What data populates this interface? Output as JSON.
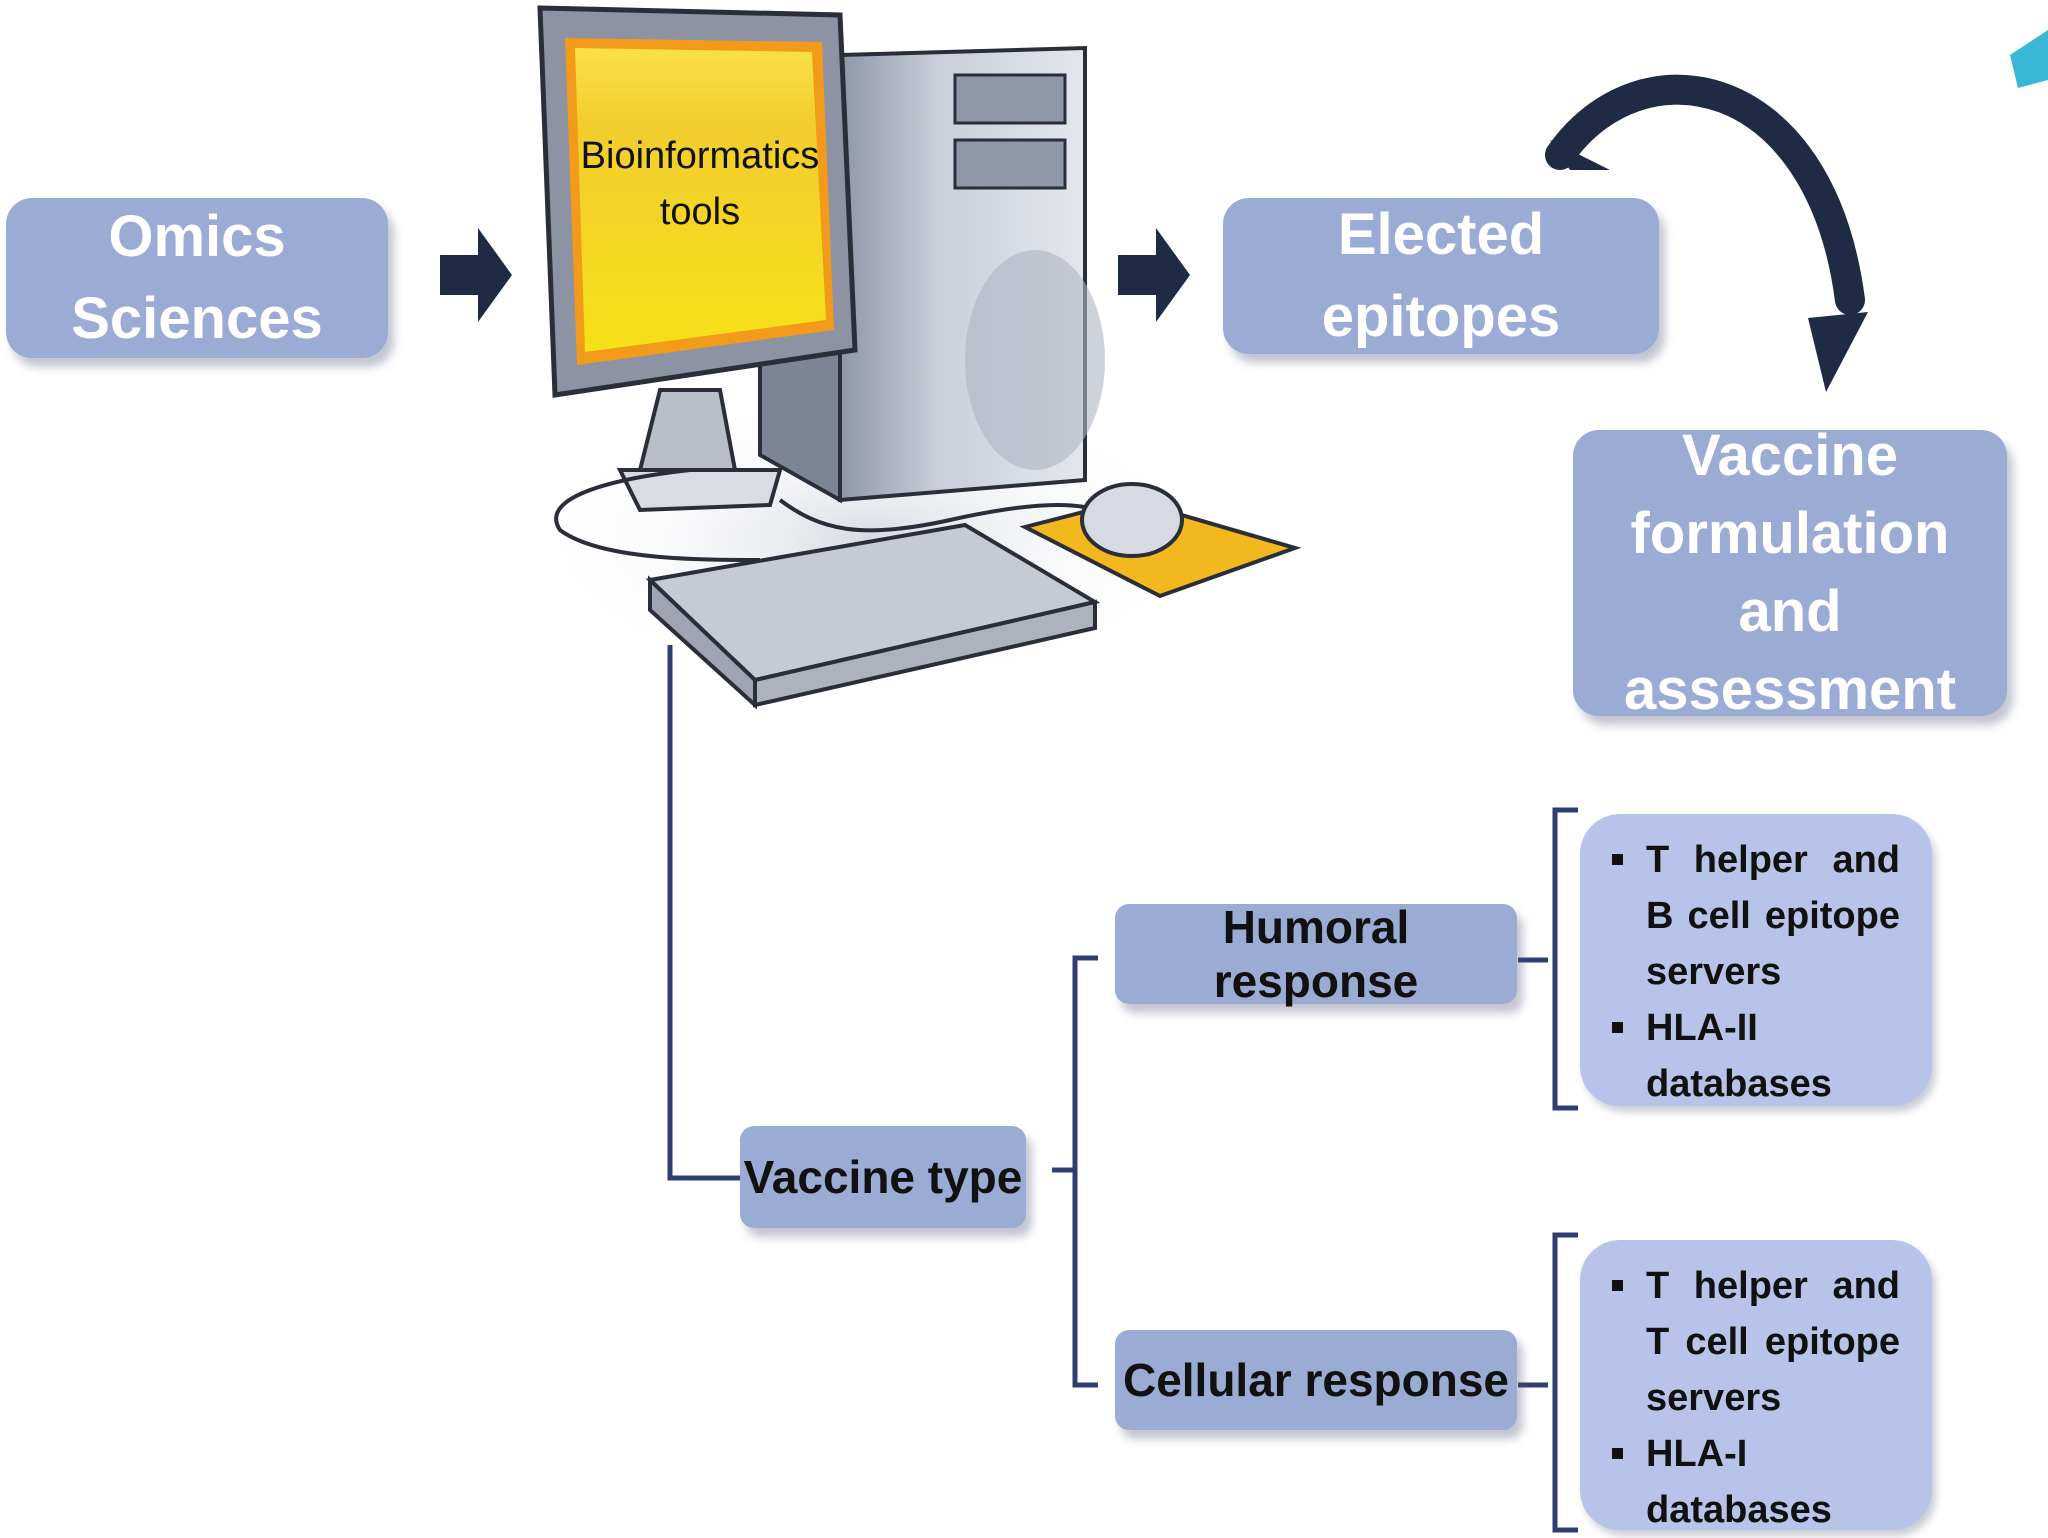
{
  "nodes": {
    "omics": {
      "lines": [
        "Omics",
        "Sciences"
      ]
    },
    "bioinformatics": {
      "lines": [
        "Bioinformatics",
        "tools"
      ]
    },
    "epitopes": {
      "label": "Elected epitopes"
    },
    "vaccine_formulation": {
      "lines": [
        "Vaccine",
        "formulation and",
        "assessment"
      ]
    },
    "vaccine_type": {
      "label": "Vaccine type"
    },
    "humoral": {
      "label": "Humoral response"
    },
    "cellular": {
      "label": "Cellular response"
    }
  },
  "humoral_details": [
    "T helper and B cell epitope servers",
    "HLA-II databases"
  ],
  "cellular_details": [
    "T helper and T cell epitope servers",
    "HLA-I databases"
  ],
  "colors": {
    "box": "#9aabd4",
    "list_box": "#b7c3e8",
    "arrow": "#1f2a44",
    "connector": "#2f3f6f",
    "screen": "#f7d51c"
  }
}
